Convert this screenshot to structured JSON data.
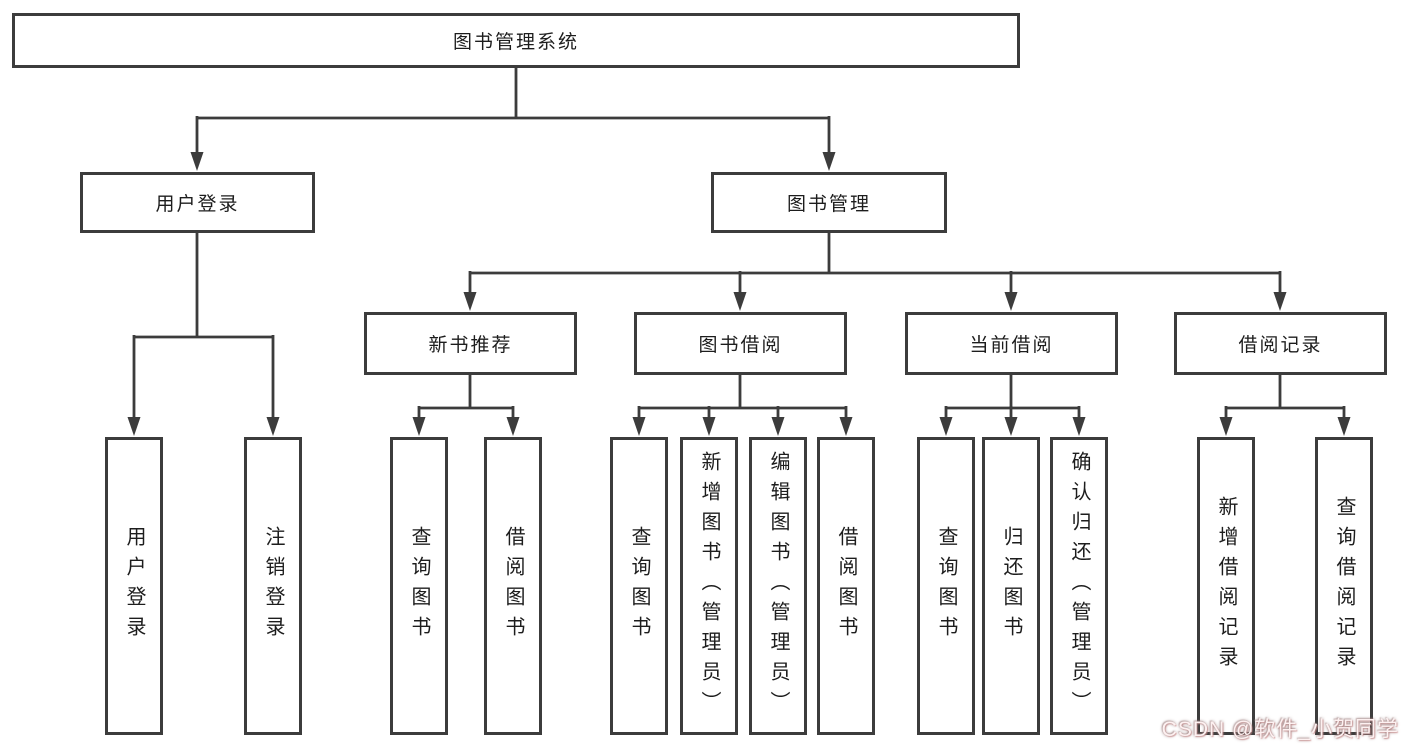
{
  "diagram_type": "hierarchy-tree",
  "colors": {
    "background": "#ffffff",
    "line": "#3c3c3c",
    "box_border": "#3c3c3c",
    "text": "#1d1d1d",
    "watermark_text": "#fdf1f1"
  },
  "tree": {
    "label": "图书管理系统",
    "children": [
      {
        "label": "用户登录",
        "children": [
          {
            "label": "用户登录"
          },
          {
            "label": "注销登录"
          }
        ]
      },
      {
        "label": "图书管理",
        "children": [
          {
            "label": "新书推荐",
            "children": [
              {
                "label": "查询图书"
              },
              {
                "label": "借阅图书"
              }
            ]
          },
          {
            "label": "图书借阅",
            "children": [
              {
                "label": "查询图书"
              },
              {
                "label": "新增图书（管理员）"
              },
              {
                "label": "编辑图书（管理员）"
              },
              {
                "label": "借阅图书"
              }
            ]
          },
          {
            "label": "当前借阅",
            "children": [
              {
                "label": "查询图书"
              },
              {
                "label": "归还图书"
              },
              {
                "label": "确认归还（管理员）"
              }
            ]
          },
          {
            "label": "借阅记录",
            "children": [
              {
                "label": "新增借阅记录"
              },
              {
                "label": "查询借阅记录"
              }
            ]
          }
        ]
      }
    ]
  },
  "watermark": {
    "text": "CSDN @软件_小贺同学"
  }
}
